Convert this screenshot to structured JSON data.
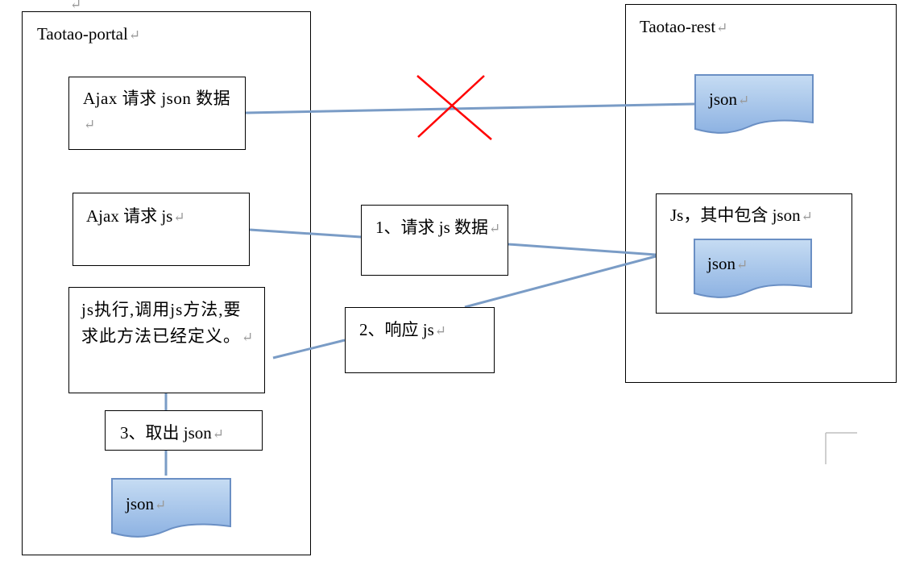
{
  "return_mark": "↵",
  "portal": {
    "title": "Taotao-portal",
    "ajax_json_request": "Ajax 请求 json 数据",
    "ajax_js_request": "Ajax 请求 js",
    "js_execute": "js执行,调用js方法,要求此方法已经定义。",
    "extract_json": "3、取出 json",
    "json_doc": "json"
  },
  "rest": {
    "title": "Taotao-rest",
    "json_doc": "json",
    "js_contains_json": "Js，其中包含 json",
    "inner_json_doc": "json"
  },
  "steps": {
    "request_js_data": "1、请求 js 数据",
    "respond_js": "2、响应 js"
  },
  "colors": {
    "connector": "#7a9cc6",
    "cross": "#ff0000",
    "doc_fill_top": "#bdd6f1",
    "doc_fill_bottom": "#8fb4e3",
    "doc_stroke": "#6a8fc4"
  },
  "icons": [
    "document-shape-icon",
    "cross-mark-icon",
    "paragraph-return-icon",
    "corner-mark-icon"
  ]
}
